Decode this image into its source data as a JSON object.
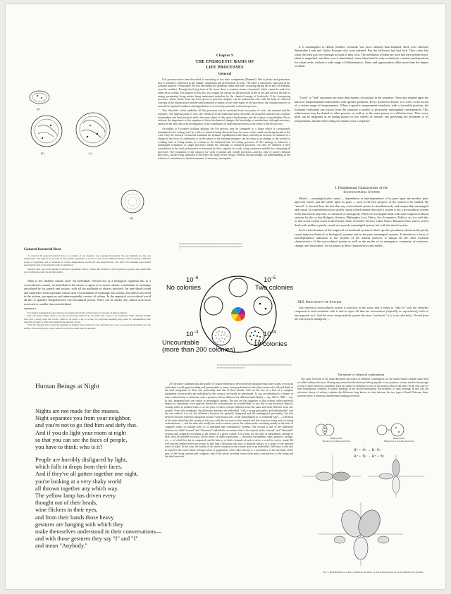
{
  "chapter": {
    "label": "Chapter 9",
    "title_line1": "THE ENERGETIC BASIS OF",
    "title_line2": "LIFE PROCESSES",
    "section": "General",
    "p1": "Life processes have been described as consisting of two basic components (Hummel). One is plastic and generative, that is formative, expressed in the change, origination and preservation of form. The other is functional, expressed in the constant turnover of substance. By this one means the perpetual 'death and birth' occurring during life in any cell element, even the smallest. Through the living form of the tissue flows a constant stream of material, which cannot be said to be either alive or dead. The purpose of this flow is to supply the energy for the processes of life at rest and activity, the flux of energy permeating living matter being maintained unbroken by the chemical energy of foodstuffs. If the form-giving processes whose inside basis has been given in previous chapters can be understood only with the help of chemical concepts of the ultrastructure and the transformation of matter, so the other aspect of life processes, the constant turnover of material in regulated synthesis and degradation, is of necessity primarily a chemical process.",
    "p2": "This 'dissolute' which underlies all life processes can be evaluated from two points of view, the material and the energetic. The material point of view, the 'chemical' in the traditional sense, describes the properties and the fate of initial, intermediate and final products and is the main object of descriptive biochemistry and the science of metabolism. But to evaluate the importance to the organism of these biochemical changes, the knowledge of metabolism, although necessary, cannot be the only aim of an investigation of the contribution of individual processes to the whole of the life process.",
    "p3": "According to Lecomte's brilliant analogy the life process may be compared to a flame which is continuously maintained in its 'resting state' by a flux of material being dissolved from the mass of the candle and being burned at the wick. Only the turnover of material maintains the dynamic equilibrium in the flame, and only an increase in oxidation or a change in the form of combustion or in the nature of the burning substance can be taken as an analogy to the excited or working state of living matter, in contrast to the balanced tone of resting processes. If this analogy is followed, a meaningful evaluation of single processes within the interplay of balanced processes can only be obtained if their contribution to the total performance is measured by their capacity for work, using a measure suitable for comparing all processes. The estimation of the capacity for work of partial and overall processes—and not only of purely chemical processes—in the living substance is the object for study of life energy. Without this knowledge, our understanding of the relation of constitution to function remains, of necessity, incomplete."
  },
  "right_top": {
    "p1": "It is meaningless to debate whether Leonardo was more talented than Raphael. Both were talented. Bernardino Luini and Giulio Romano also were talented. But the followers had bad luck. They came late when the feast was over through no fault of their own. The mechanics of fame are such that their predecessors' talent is magnified, and their own is diminished, when talent itself is only a relatively common predisposition for visual order, without a wide range of differentiation. Times and opportunities differ more than the degree of talent.",
    "p2": "\"Good\" or \"bad\" structures are more than matters of position in the sequence. They also depend upon the union of temperamental endowments with specific positions. Every position is keyed, as it were, to the action of a certain range of temperaments. When a specific temperament interlocks with a favorable position, the fortunate individual can extract from the situation a wealth of previously unimagined consequences. This achievement may be denied to other persons, as well as to the same person at a different time. Thus every birth can be imagined as an inning played in two wheels of fortune, one governing the allotment of its temperament, and the other ruling its entrance into a sequence."
  },
  "sociocultural": {
    "heading_line1": "I. Fundamental Characteristic of the",
    "heading_line2": "Sociocultural System",
    "p1": "Mixed — meaningful plus causal — dependence or interdependence of its parts upon one another, parts upon the whole, and the whole upon its parts — such is the first property of the system to be studied. By \"mixed\" is stressed here the fact that any sociocultural system is simultaneously and inseparably meaningful and causal. In contradistinction to purely causal (which means that such a system is not a sociocultural system at all, but merely physical, or chemical, or biological). When we investigate deals with such empirical cultural systems (as this or that Religion, Science, Philosophy, Law, Ethics, Art, Economics, Politics, etc.) or with this or that social system (such as the Family, State, Scientific Society, Labor Union, Business Firm, and so on) he deals with neither a purely causal nor a purely meaningful system, but with the mixed system.",
    "p2": "Such a mixed nature of the empirical sociocultural systems is their specific peculiarity absent in the purely causal (physicochemical or biological) systems and in the pure meaningful systems. It introduces a form of interdependence unknown to the systems of the natural sciences. It stamps all the other essential characteristics of the sociocultural system as well as the modes of its emergence, continuity of existence, change, and dissolution. Let us glance at these characteristics and modes.",
    "sel_heading": "XIII. Selectivity of System",
    "p3": "Any empirical sociocultural system is selective in the sense that it tends to \"take in\" only the elements congenial to and consistent with it and to reject all that are inconsistent (logically or expressively) with or uncongenial to it. And the more integrated the system the more \"exclusive\" it is in its selectivity. Viewed from the intersystem standpoint, ..."
  },
  "bacteria": {
    "fig_labels": [
      "(a)",
      "(b)",
      "(c)",
      "(d)"
    ],
    "heading": "General bacterial flora",
    "p1": "To observe the general bacterial flora of a sample of any material, use non-selective media. No one medium nor any one temperature will support the growth of all possible organisms. It is best to use several different media, each favouring a different group of organisms, and to incubate at various temperatures aerobically and anaerobically. The pH of the medium used should approximate that of the material under examination.",
    "p2": "Nutrient agar, one of the media for bacterial organisms with or without the addition of blood, glucose trypsone agar, skim milk agar and Rogosa agar are suitable media.",
    "p3": "What is the smallest culture area? An individual. Viewed not as a biological organism but as a sociocultural creature, an individual is the bearer or agent of a certain culture: a multitude of meanings articulated by his speech and actions, with all the multitude of objects involved. An individual's mind and experience form a genuine culture area of a multitude of meanings: his actions, and objects involved in the actions, are agencies and uninterruptedly, carriers of culture. In the empirical sociocultural world all this is spatially integrated into one biocultural person. There can be hardly any culture area more restricted or smaller than an individual.",
    "sub": "Subcultures",
    "p4": "For further examination, pure cultures are prepared from the various types of colonies as mixed cultures.",
    "p5": "Place the plate culture under a low-power binocular microscope and select the colony to be examined. With a flamed straight wire (not a loop) touch the colony. There is no need to dig or scrape; too vigorous handling may result in contamination with adjacent colonies or with those beneath the selected colony.",
    "p6": "With the charged wire, touch the medium on another plate, flame the wire and then use a loop to spread the inoculum over the surface. This should give a pure culture but the procedure may be repeated."
  },
  "diagram": {
    "labels": {
      "tl_exp": "10",
      "tl_sup": "−6",
      "tl_text": "No colonies",
      "tr_exp": "10",
      "tr_sup": "−5",
      "tr_text": "Two colonies",
      "bl_exp": "10",
      "bl_sup": "−3",
      "bl_line1": "Uncountable",
      "bl_line2": "(more than 200 colonies)",
      "br_exp": "10",
      "br_sup": "−4",
      "br_text": "19 colonies"
    },
    "colors": {
      "wheel": [
        "#e53935",
        "#fb8c00",
        "#fdd835",
        "#43a047",
        "#1e88e5",
        "#8e24aa"
      ],
      "ink": "#111111"
    }
  },
  "footnote": {
    "text": "28 The above statement that the totality of culture elements is never perfectly integrated into one system, even in an individual, would appear striking and questionable to many, from psychiatrists to the plain citizen who talk and think of the total integration of their own personality and that of their friends. And yet the fact of a lack of a complete integration of practically any individual in this respect can hardly be questioned. If, say, an individual is a bearer of some cultural traits or elements, only a portion of them (different for different individuals) — say, 200 or 1000 — are, in fact, integrated into one causal or meaningful system. The rest are the congeries to that system, either perfectly neutral or, sometimes, even opposite (hence the contradictions in an individual, or not, due to any attractive objects), coming either as isolated traits or as the parts of other systems different from the main and often different from one another. From this standpoint, the difference between the individual \"with a strong personality and individuality\" and the one without it is not the difference between the perfectly integrated and the unintegrated personality, but that between the man relatively integrated around \"some major axis\" of the subordinated or co-ordinated types — with most of his traits united into the system of this axis, with the rest more or less neutral and free from too strong and too strong contradictions — and the man who hardly has such a central system, his culture traits consisting mainly in the state of congeries either of isolated traits or of unrelated and contradictory systems. The second is true of the difference between so-called \"normal\" and \"abnormal\" individuals, no matter what is the content of the \"normal\" and \"abnormal\" systems and congeries according to the norms of a given culture. Let a man, for the sake of amusement, attempt to note, with all possible accuracy, all the series of small acquisitions — muscular movements, steps, gestures, sayings, etc. — of which his day is composed; and let him try to find a formula of such a series, a word for such a round. He will succeed neither better nor poorer in that than a historian who tries to legislate history, or a series of the national states of mind. In this way, the totality of the above situation in the culture area of an individual. Still more is this true in regard to the total culture of larger areas of population, where there always is a coexistence of the survivals of the past, of the living systems and congeries, and of the newly invented values often quite contradictory to the living and the dead survivals."
  },
  "poem": {
    "title": "Human Beings at Night",
    "stanza1": "Nights are not made for the masses.\nNight separates you from your neighbor,\nand you're not to go find him and defy that.\nAnd if you do light your room at night\nso that you can see the faces of people,\nyou have to think: who is it?",
    "stanza2": "People are horribly disfigured by light,\nwhich falls in drops from their faces.\nAnd if they've all gotten together one night,\nyou're looking at a very shaky world\nall thrown together any which way.\nThe yellow lamp has driven every\nthought out of their heads,\nwine flickers in their eyes,\nand from their hands those heavy\ngestures are hanging with which they\nmake themselves understood in their conversations—\nand with those gestures they say \"I\" and \"I\"\nand mean \"Anybody.\""
  },
  "chem": {
    "heading": "The nature of chemical combination",
    "p1": "The outer electrons of the atom determine the nature of chemical combination, for the atoms which combine share their so-called valency electrons. Sharing may mean that the electrons belong equally to two partners, or may involve the passage of one or more electrons completely from the sphere of influence of one of the atoms to that of the other. In the first case we have homeopolar, covalent, or atomic bonding; in the second heteropolar, electrovalent, or ionic bonding. In this way the electronic theory of valency explains the difference long known to exist between the two types of bond. Between them, however, there is numerous intermediate bonding processes:",
    "lbl_homeo": "Homeopolar",
    "lbl_homeo_sub": "Sharing of bonding electrons",
    "lbl_hetero": "Heteropolar",
    "lbl_hetero_sub": "Migration of bonding electrons",
    "eq1": "H⁺ + :Ö: → H : Ö :",
    "eq2": "H⁺ + :N̈: → H⁺ + :N:",
    "caption": "Fig. 5. Hybridisation of s and p orbitals in the linear sp and in the trigonal sp² and tetrahedral sp³ hybrids."
  }
}
